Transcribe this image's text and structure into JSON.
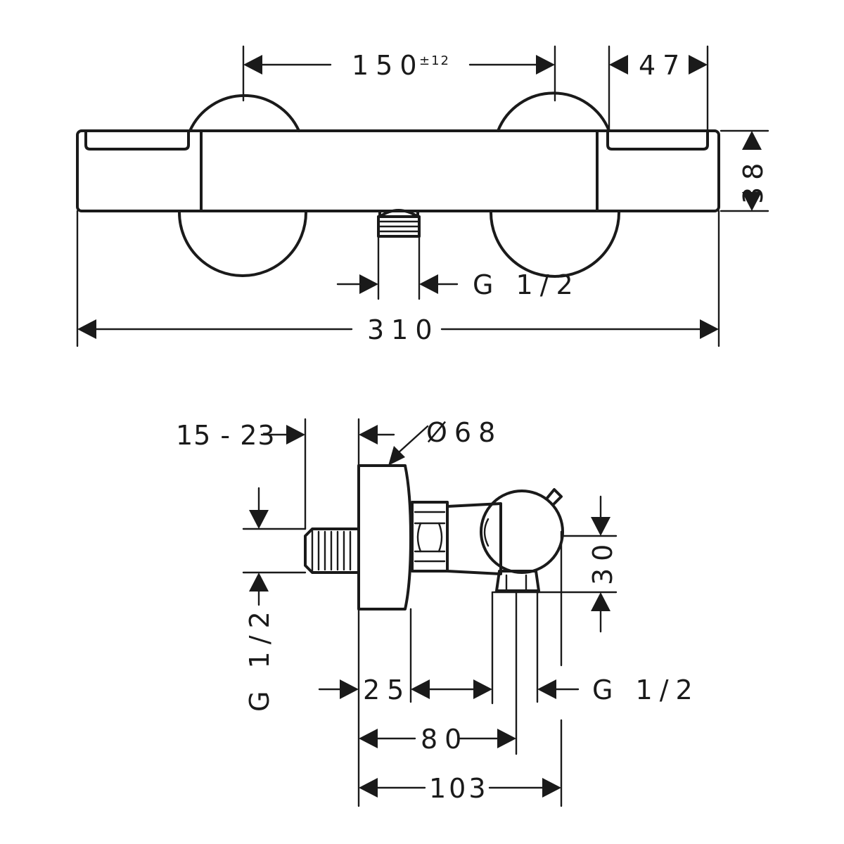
{
  "front_view": {
    "dims": {
      "spacing": "150",
      "spacing_tol": "±12",
      "side": "47",
      "height": "38",
      "outlet": "G 1/2",
      "length": "310"
    }
  },
  "side_view": {
    "dims": {
      "depth_range": "15 - 23",
      "diameter": "Ø68",
      "thread": "G 1/2",
      "wall": "25",
      "offset_30": "30",
      "outlet": "G 1/2",
      "axis_80": "80",
      "depth_103": "103"
    }
  },
  "colors": {
    "line": "#1a1a1a",
    "background": "#ffffff"
  }
}
